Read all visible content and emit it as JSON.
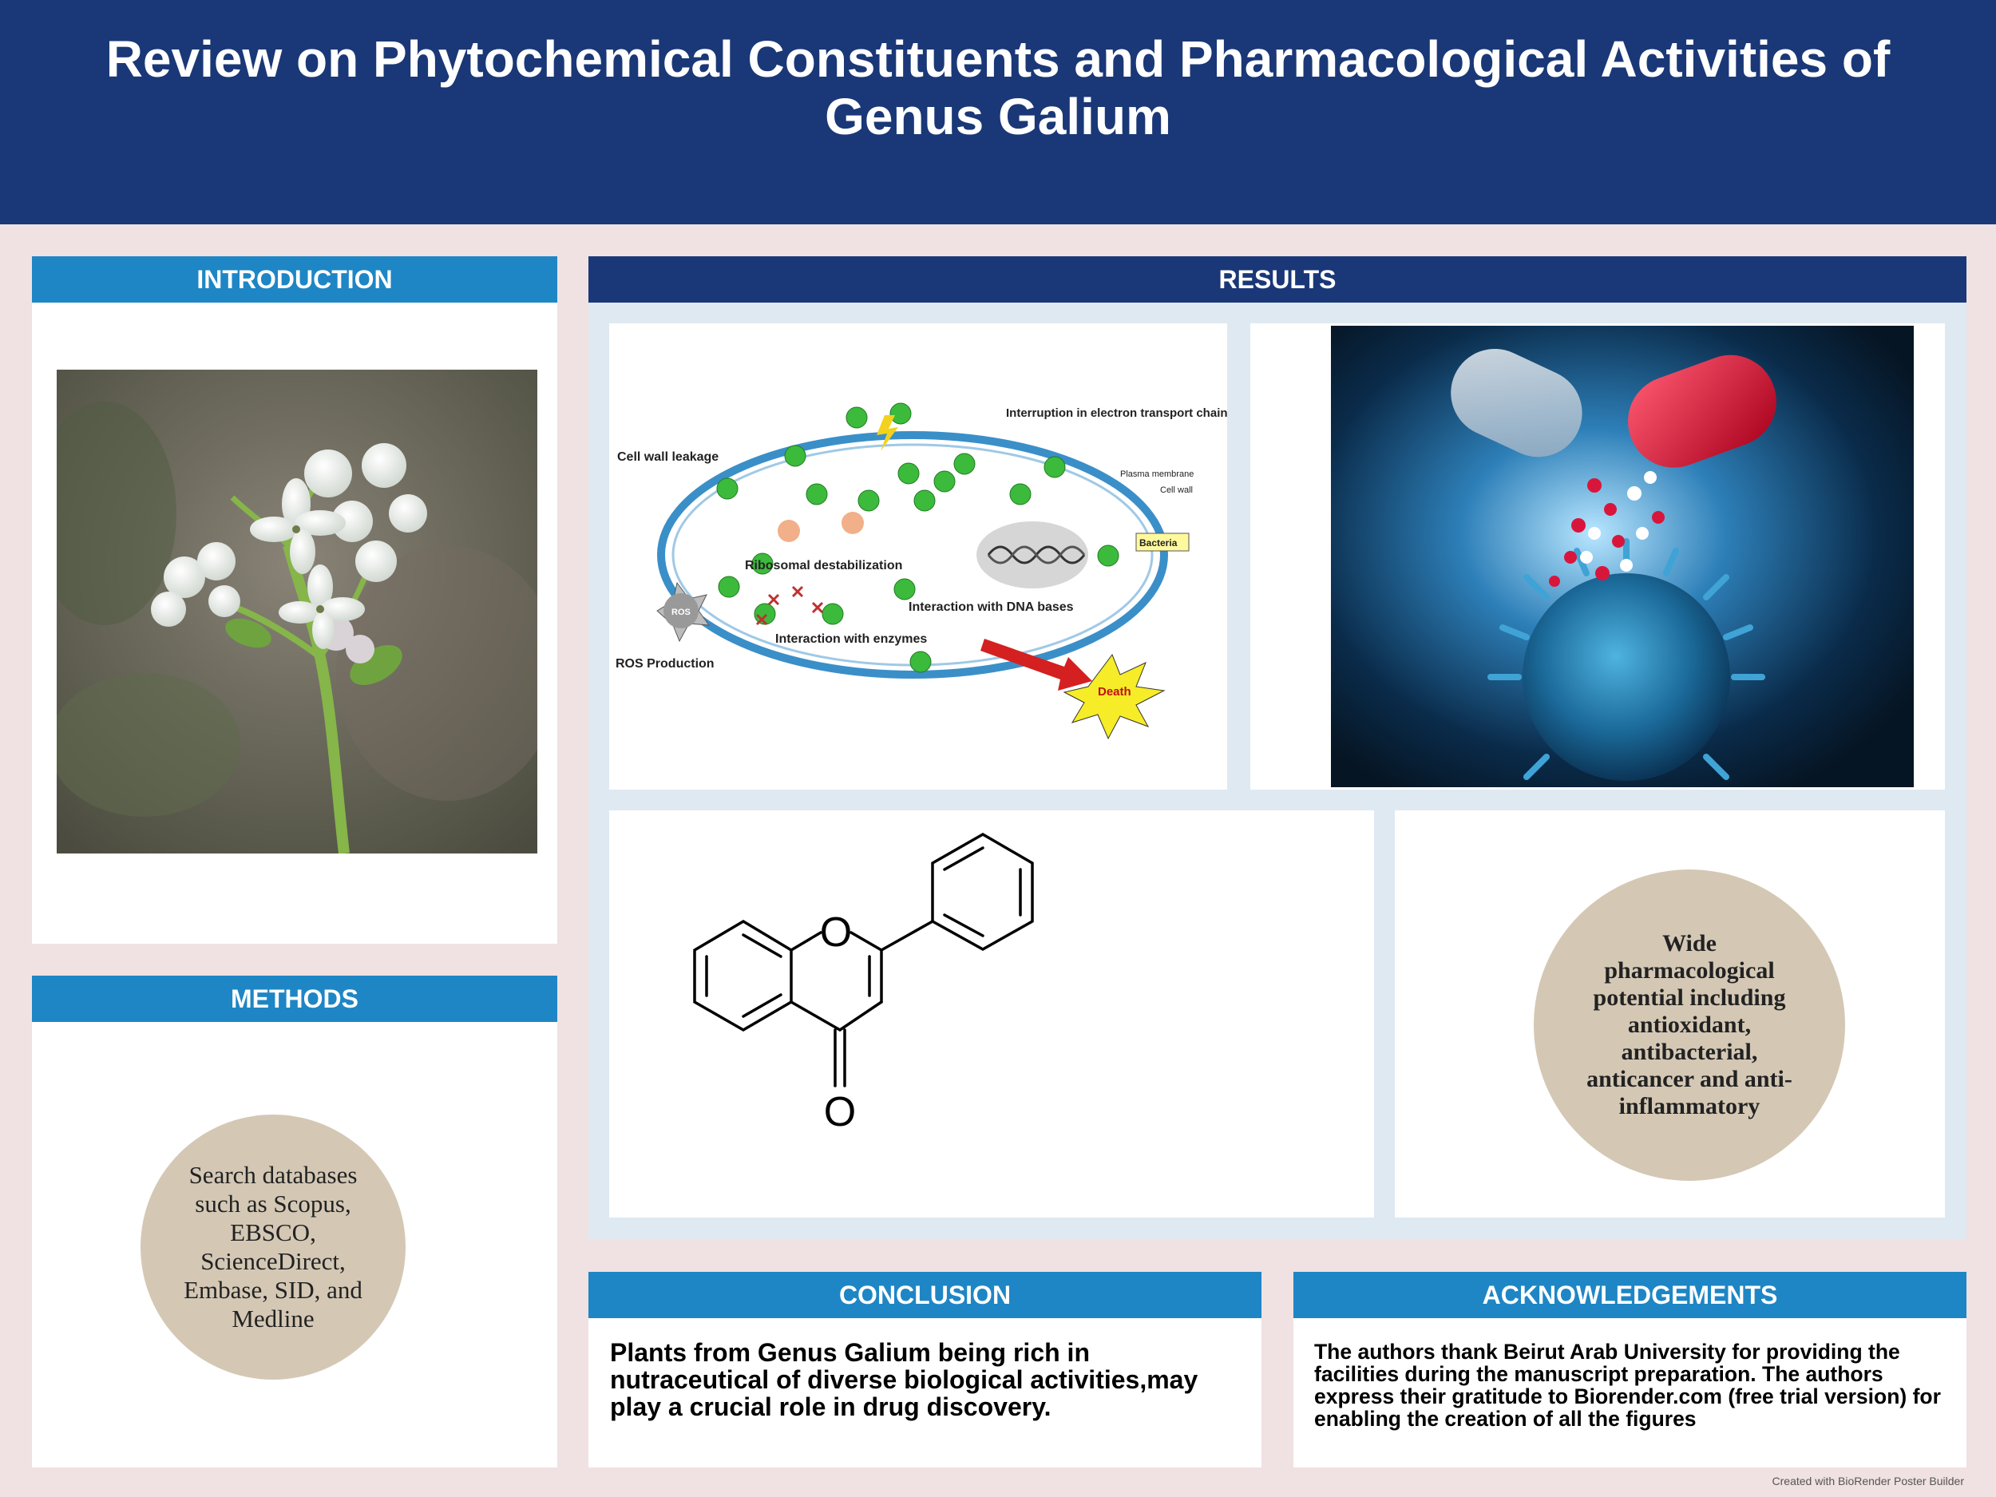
{
  "poster": {
    "title": "Review on Phytochemical Constituents and Pharmacological Activities of Genus Galium",
    "footer": "Created with BioRender Poster Builder"
  },
  "colors": {
    "header_bg": "#1a3877",
    "section_blue": "#1e86c5",
    "results_dark": "#1a3877",
    "page_bg": "#f0e1e2",
    "circle_beige": "#d4c8b5"
  },
  "introduction": {
    "heading": "INTRODUCTION",
    "image": "galium-flower-photo"
  },
  "methods": {
    "heading": "METHODS",
    "circle_text": "Search databases such as Scopus, EBSCO, ScienceDirect, Embase, SID, and Medline"
  },
  "results": {
    "heading": "RESULTS",
    "mechanism_labels": {
      "cell_wall": "Cell wall leakage",
      "electron": "Interruption in electron transport chain",
      "ribosomal": "Ribosomal destabilization",
      "dna": "Interaction with DNA bases",
      "enzymes": "Interaction with enzymes",
      "ros_production": "ROS Production",
      "ros": "ROS",
      "bacteria": "Bacteria",
      "death": "Death",
      "plasma": "Plasma membrane",
      "cell_wall_small": "Cell wall"
    },
    "structure_atoms": {
      "ring_o": "O",
      "carbonyl_o": "O"
    },
    "circle_text": "Wide pharmacological potential including antioxidant, antibacterial, anticancer and anti-inflammatory"
  },
  "conclusion": {
    "heading": "CONCLUSION",
    "text": "Plants from Genus Galium  being rich in nutraceutical of diverse biological activities,may play a crucial role in drug discovery."
  },
  "acknowledgements": {
    "heading": "ACKNOWLEDGEMENTS",
    "text": "The authors thank Beirut Arab University for providing the facilities during the manuscript preparation. The authors express their gratitude to Biorender.com (free trial version) for enabling the creation of all the figures"
  }
}
